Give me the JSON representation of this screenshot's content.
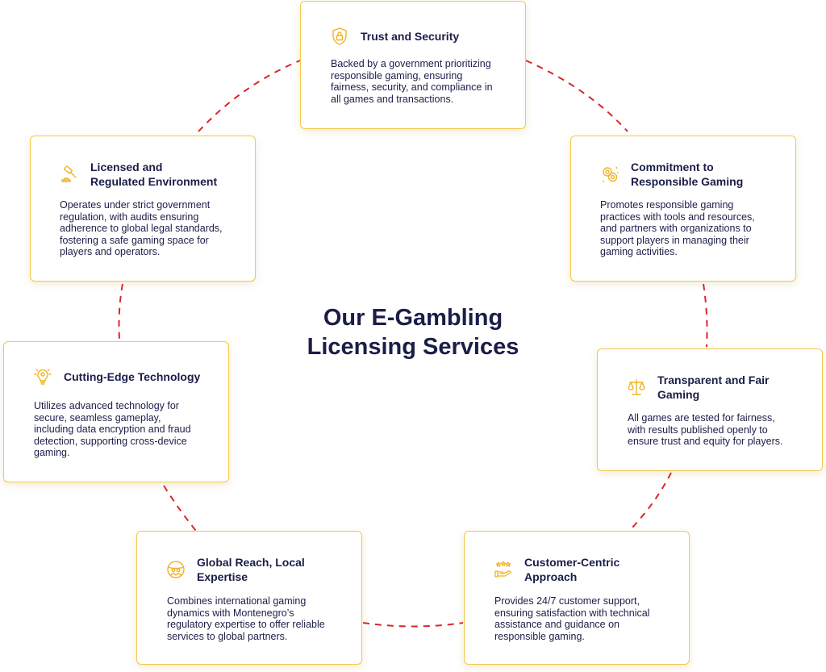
{
  "title_lines": [
    "Our E-Gambling",
    "Licensing Services"
  ],
  "colors": {
    "accent": "#f3c947",
    "connector": "#d9262a",
    "text": "#1b1d48"
  },
  "cards": [
    {
      "id": "trust",
      "icon": "shield-lock-icon",
      "title_lines": [
        "Trust and Security"
      ],
      "desc_lines": [
        "Backed by a government prioritizing",
        "responsible gaming, ensuring",
        "fairness, security, and compliance in",
        "all games and transactions."
      ]
    },
    {
      "id": "licensed",
      "icon": "gavel-icon",
      "title_lines": [
        "Licensed and",
        "Regulated Environment"
      ],
      "desc_lines": [
        "Operates under strict government",
        "regulation, with audits ensuring",
        "adherence to global legal standards,",
        "fostering a safe gaming space for",
        "players and operators."
      ]
    },
    {
      "id": "commitment",
      "icon": "casino-chips-icon",
      "title_lines": [
        "Commitment to",
        "Responsible Gaming"
      ],
      "desc_lines": [
        "Promotes responsible gaming",
        "practices with tools and resources,",
        "and partners with organizations to",
        "support players in managing their",
        "gaming activities."
      ]
    },
    {
      "id": "technology",
      "icon": "lightbulb-gear-icon",
      "title_lines": [
        "Cutting-Edge Technology"
      ],
      "desc_lines": [
        "Utilizes advanced technology for",
        "secure, seamless gameplay,",
        "including data encryption and fraud",
        "detection, supporting cross-device",
        "gaming."
      ]
    },
    {
      "id": "transparent",
      "icon": "scales-icon",
      "title_lines": [
        "Transparent and Fair",
        "Gaming"
      ],
      "desc_lines": [
        "All games are tested for fairness,",
        "with results published openly to",
        "ensure trust and equity for players."
      ]
    },
    {
      "id": "global",
      "icon": "globe-people-icon",
      "title_lines": [
        "Global Reach, Local",
        "Expertise"
      ],
      "desc_lines": [
        "Combines international gaming",
        "dynamics with Montenegro’s",
        "regulatory expertise to offer reliable",
        "services to global partners."
      ]
    },
    {
      "id": "customer",
      "icon": "hand-stars-icon",
      "title_lines": [
        "Customer-Centric",
        "Approach"
      ],
      "desc_lines": [
        "Provides 24/7 customer support,",
        "ensuring satisfaction with technical",
        "assistance and guidance on",
        "responsible gaming."
      ]
    }
  ]
}
